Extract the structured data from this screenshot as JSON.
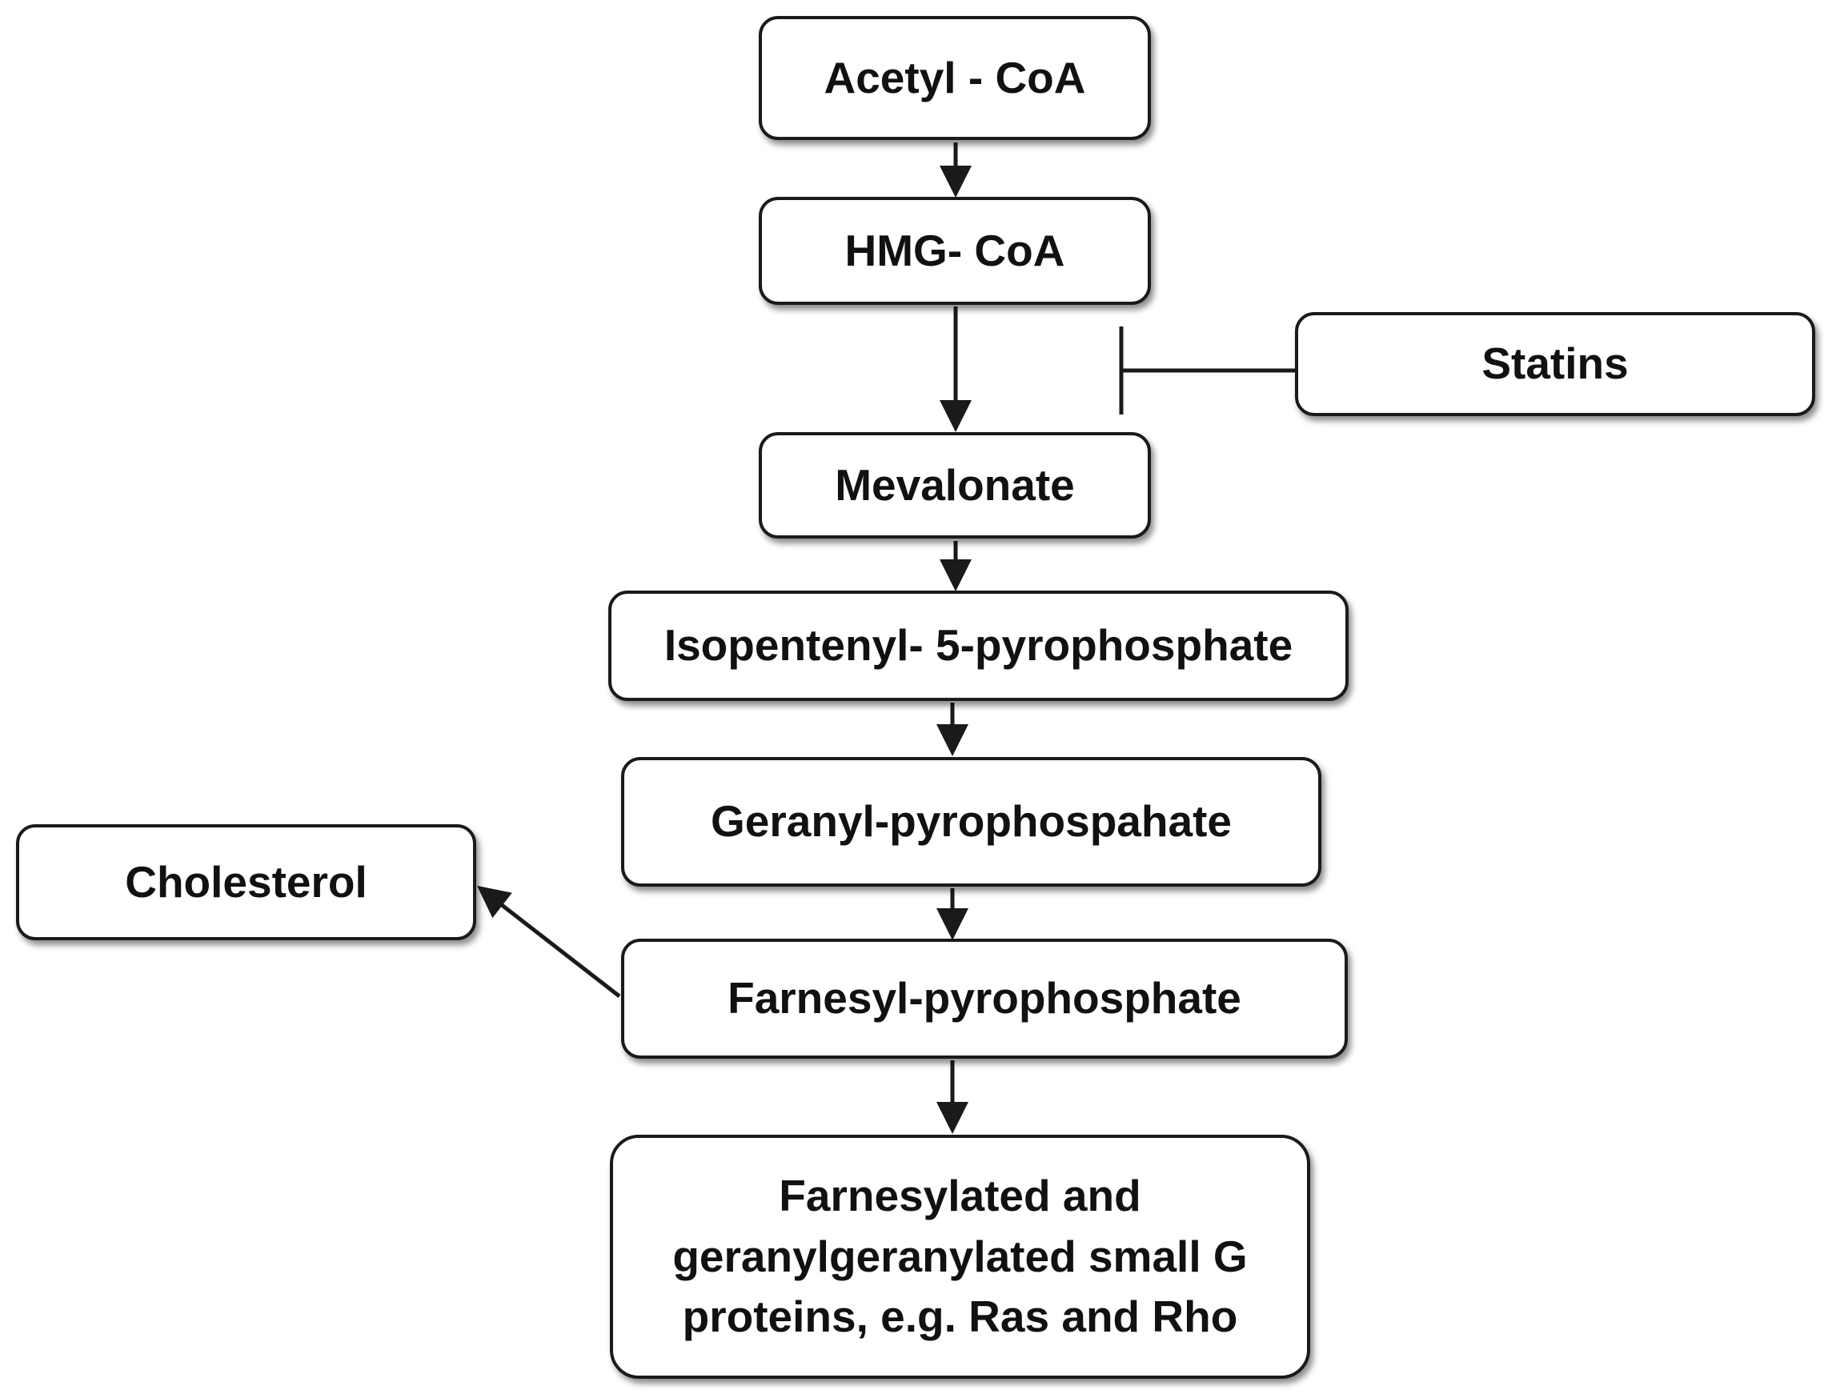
{
  "diagram": {
    "nodes": {
      "acetyl_coa": "Acetyl - CoA",
      "hmg_coa": "HMG- CoA",
      "statins": "Statins",
      "mevalonate": "Mevalonate",
      "isopentenyl": "Isopentenyl- 5-pyrophosphate",
      "geranyl": "Geranyl-pyrophospahate",
      "cholesterol": "Cholesterol",
      "farnesyl": "Farnesyl-pyrophosphate",
      "g_proteins": "Farnesylated  and\ngeranylgeranylated small G\nproteins, e.g. Ras and Rho"
    },
    "edges": [
      {
        "from": "acetyl_coa",
        "to": "hmg_coa",
        "type": "arrow"
      },
      {
        "from": "hmg_coa",
        "to": "mevalonate",
        "type": "arrow"
      },
      {
        "from": "statins",
        "to": "hmg_coa_to_mevalonate",
        "type": "inhibition"
      },
      {
        "from": "mevalonate",
        "to": "isopentenyl",
        "type": "arrow"
      },
      {
        "from": "isopentenyl",
        "to": "geranyl",
        "type": "arrow"
      },
      {
        "from": "geranyl",
        "to": "farnesyl",
        "type": "arrow"
      },
      {
        "from": "farnesyl",
        "to": "cholesterol",
        "type": "arrow"
      },
      {
        "from": "farnesyl",
        "to": "g_proteins",
        "type": "arrow"
      }
    ],
    "colors": {
      "stroke": "#1a1a1a",
      "fill": "#ffffff",
      "text": "#111111"
    }
  }
}
